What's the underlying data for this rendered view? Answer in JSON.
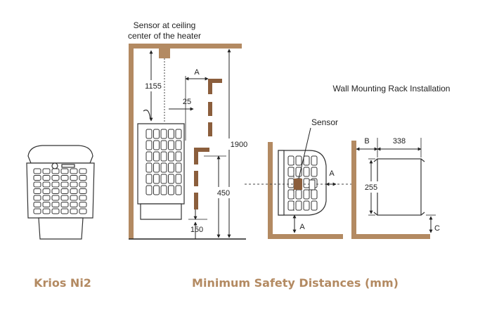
{
  "colors": {
    "wall": "#b38a62",
    "wood": "#8b5e3c",
    "line": "#222222",
    "caption": "#b38a62"
  },
  "labels": {
    "sensor_ceiling_line1": "Sensor at ceiling",
    "sensor_ceiling_line2": "center of the heater",
    "wall_rack_title": "Wall Mounting Rack Installation",
    "sensor": "Sensor",
    "dim_1155": "1155",
    "dim_A_top": "A",
    "dim_25": "25",
    "dim_1900": "1900",
    "dim_450": "450",
    "dim_150": "150",
    "dim_A_side": "A",
    "dim_A_bottom": "A",
    "dim_B": "B",
    "dim_338": "338",
    "dim_255": "255",
    "dim_C": "C"
  },
  "captions": {
    "product": "Krios Ni2",
    "distances": "Minimum Safety Distances (mm)"
  }
}
